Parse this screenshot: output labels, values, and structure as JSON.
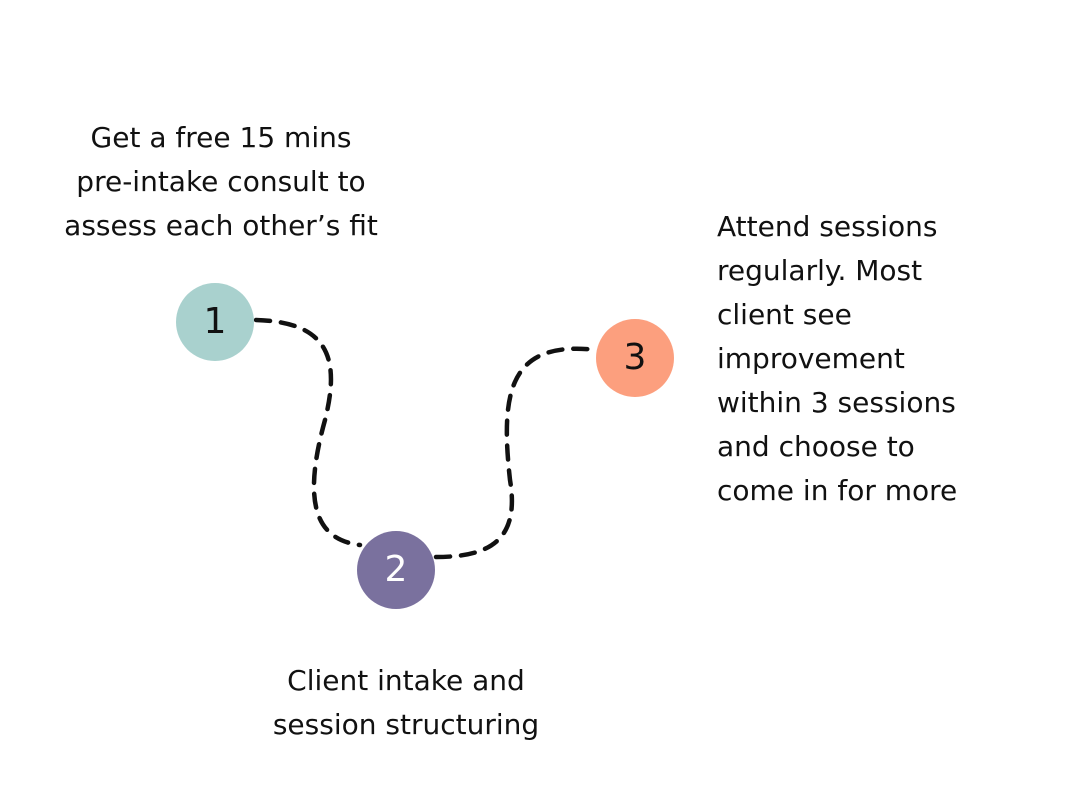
{
  "colors": {
    "step1": "#a9d1ce",
    "step2": "#7a719e",
    "step3": "#fc9f7e",
    "connector": "#111111"
  },
  "steps": [
    {
      "number": "1",
      "lines": [
        "Get a free 15 mins",
        "pre-intake consult to",
        "assess each other’s fit"
      ]
    },
    {
      "number": "2",
      "lines": [
        "Client intake and",
        "session structuring"
      ]
    },
    {
      "number": "3",
      "lines": [
        "Attend sessions",
        "regularly. Most",
        "client see",
        "improvement",
        "within 3 sessions",
        "and choose to",
        "come in for more"
      ]
    }
  ]
}
